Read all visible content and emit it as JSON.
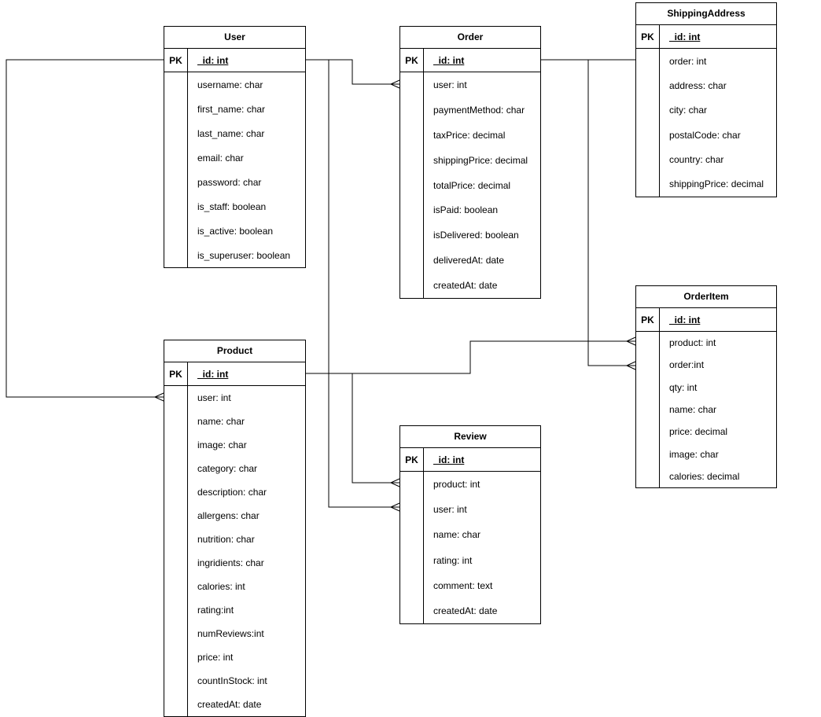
{
  "diagram": {
    "type": "entity-relationship",
    "background_color": "#ffffff",
    "line_color": "#000000",
    "text_color": "#000000",
    "entities": [
      {
        "id": "user",
        "title": "User",
        "pk_label": "PK",
        "pk_field": "_id: int",
        "fields": [
          "username: char",
          "first_name: char",
          "last_name: char",
          "email: char",
          "password: char",
          "is_staff: boolean",
          "is_active: boolean",
          "is_superuser: boolean"
        ]
      },
      {
        "id": "order",
        "title": "Order",
        "pk_label": "PK",
        "pk_field": "_id: int",
        "fields": [
          "user: int",
          "paymentMethod: char",
          "taxPrice: decimal",
          "shippingPrice: decimal",
          "totalPrice: decimal",
          "isPaid: boolean",
          "isDelivered: boolean",
          "deliveredAt: date",
          "createdAt: date"
        ]
      },
      {
        "id": "shipping-address",
        "title": "ShippingAddress",
        "pk_label": "PK",
        "pk_field": "_id: int",
        "fields": [
          "order: int",
          "address: char",
          "city: char",
          "postalCode: char",
          "country: char",
          "shippingPrice: decimal"
        ]
      },
      {
        "id": "product",
        "title": "Product",
        "pk_label": "PK",
        "pk_field": "_id: int",
        "fields": [
          "user: int",
          "name: char",
          "image: char",
          "category: char",
          "description: char",
          "allergens: char",
          "nutrition: char",
          "ingridients: char",
          "calories: int",
          "rating:int",
          "numReviews:int",
          "price: int",
          "countInStock: int",
          "createdAt: date"
        ]
      },
      {
        "id": "review",
        "title": "Review",
        "pk_label": "PK",
        "pk_field": "_id: int",
        "fields": [
          "product: int",
          "user: int",
          "name: char",
          "rating: int",
          "comment: text",
          "createdAt: date"
        ]
      },
      {
        "id": "order-item",
        "title": "OrderItem",
        "pk_label": "PK",
        "pk_field": "_id: int",
        "fields": [
          "product: int",
          "order:int",
          "qty: int",
          "name: char",
          "price: decimal",
          "image: char",
          "calories: decimal"
        ]
      }
    ],
    "relationships": [
      {
        "from": "User._id",
        "to": "Product.user",
        "cardinality": "one-to-many"
      },
      {
        "from": "User._id",
        "to": "Order.user",
        "cardinality": "one-to-many"
      },
      {
        "from": "User._id",
        "to": "Review.user",
        "cardinality": "one-to-many"
      },
      {
        "from": "Product._id",
        "to": "Review.product",
        "cardinality": "one-to-many"
      },
      {
        "from": "Product._id",
        "to": "OrderItem.product",
        "cardinality": "one-to-many"
      },
      {
        "from": "Order._id",
        "to": "OrderItem.order",
        "cardinality": "one-to-many"
      },
      {
        "from": "Order._id",
        "to": "ShippingAddress.order",
        "cardinality": "one-to-one"
      }
    ]
  }
}
